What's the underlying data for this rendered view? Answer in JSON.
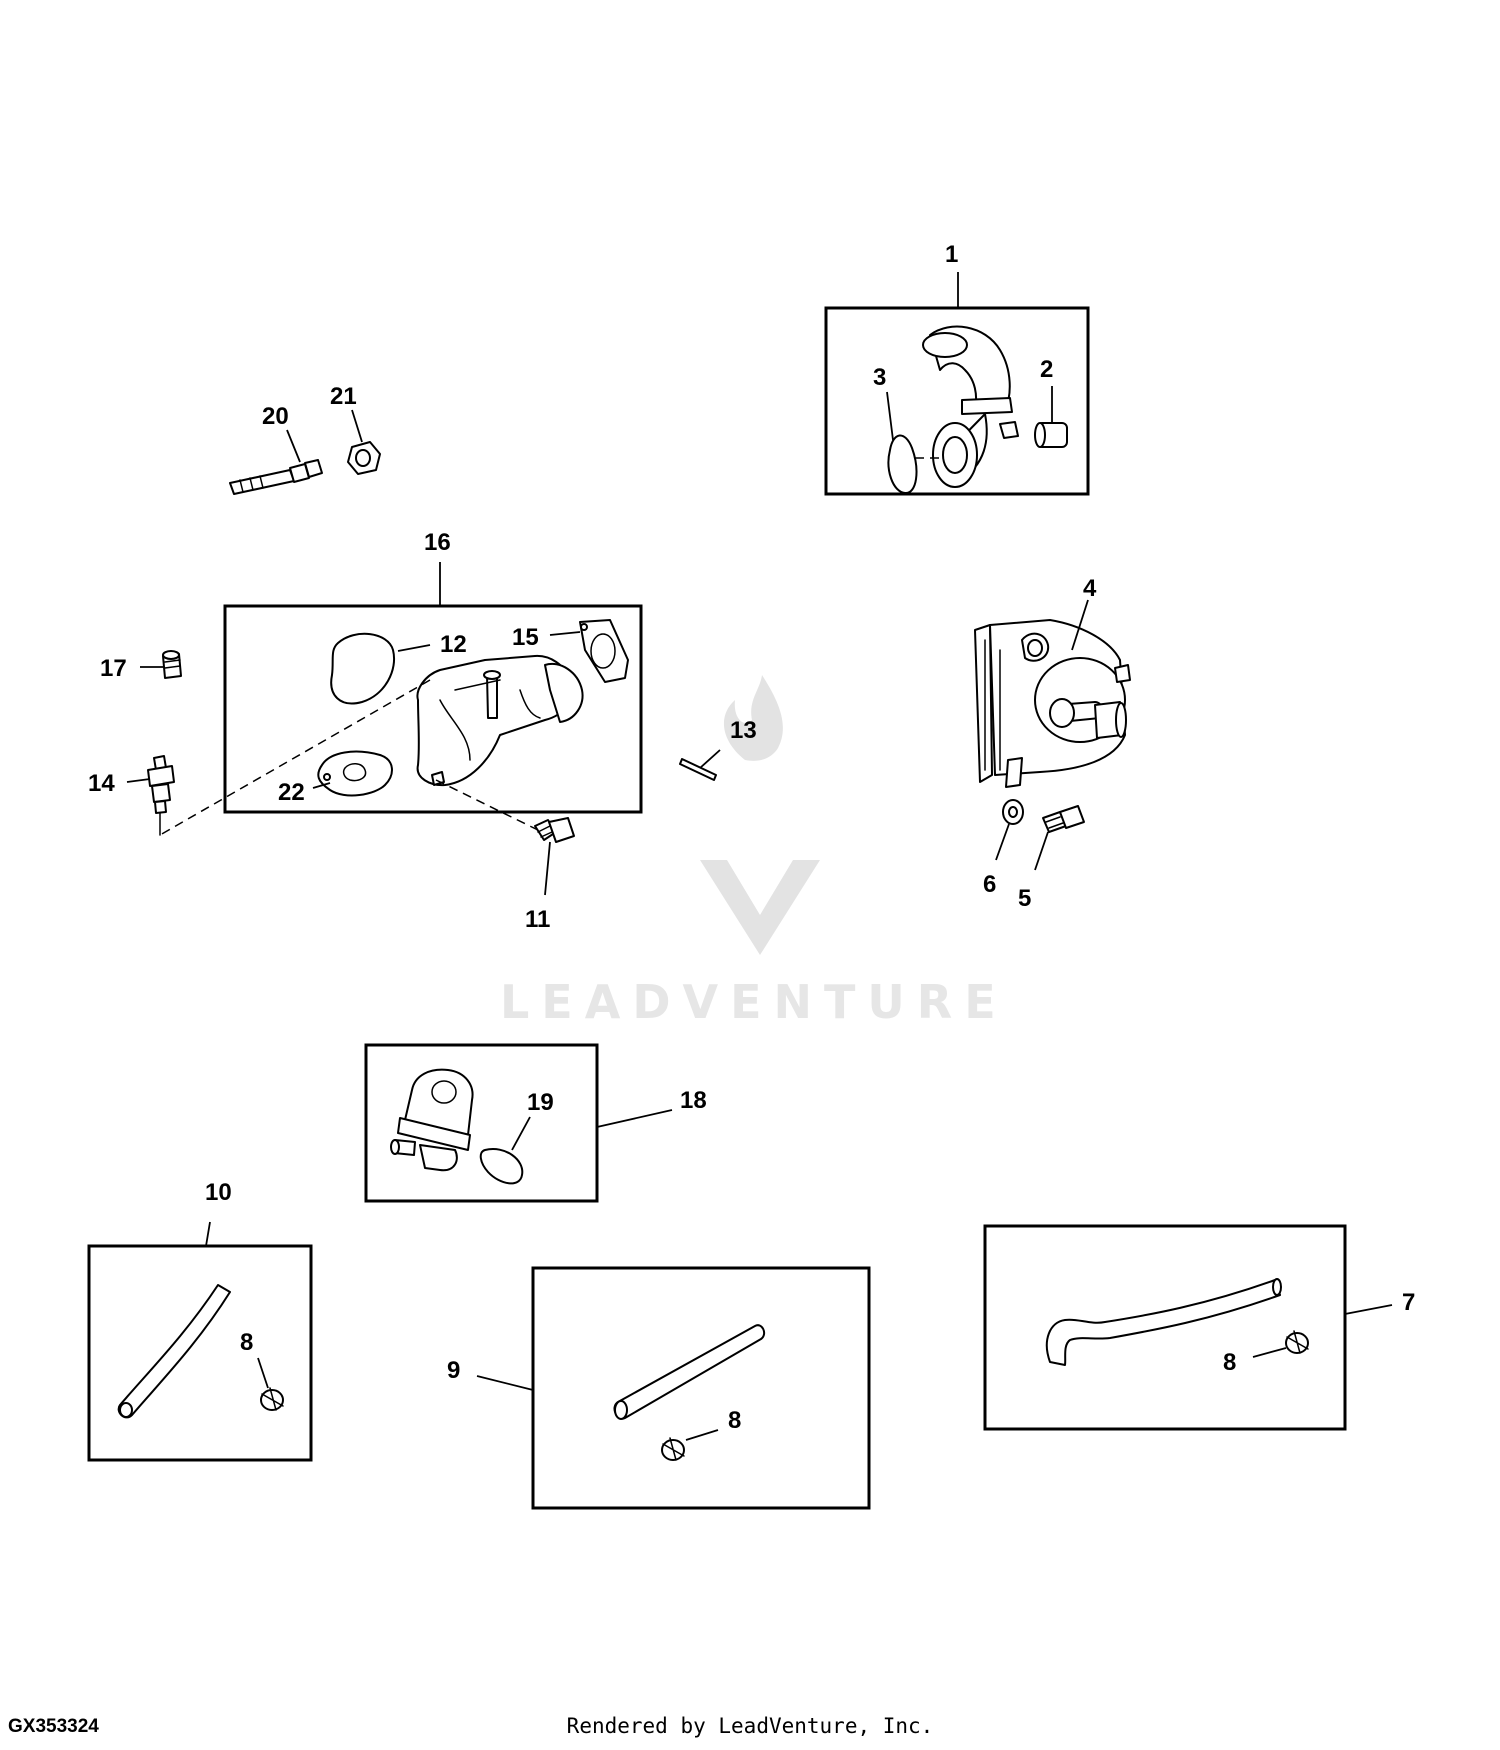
{
  "diagram_id": "GX353324",
  "render_credit": "Rendered by LeadVenture, Inc.",
  "watermark": {
    "text": "LEADVENTURE",
    "icon": "leadventure-flame-logo"
  },
  "callouts": {
    "c1": "1",
    "c2": "2",
    "c3": "3",
    "c4": "4",
    "c5": "5",
    "c6": "6",
    "c7": "7",
    "c8a": "8",
    "c8b": "8",
    "c8c": "8",
    "c9": "9",
    "c10": "10",
    "c11": "11",
    "c12": "12",
    "c13": "13",
    "c14": "14",
    "c15": "15",
    "c16": "16",
    "c17": "17",
    "c18": "18",
    "c19": "19",
    "c20": "20",
    "c21": "21",
    "c22": "22"
  },
  "colors": {
    "line": "#000000",
    "background": "#ffffff",
    "watermark": "#e3e3e3"
  }
}
